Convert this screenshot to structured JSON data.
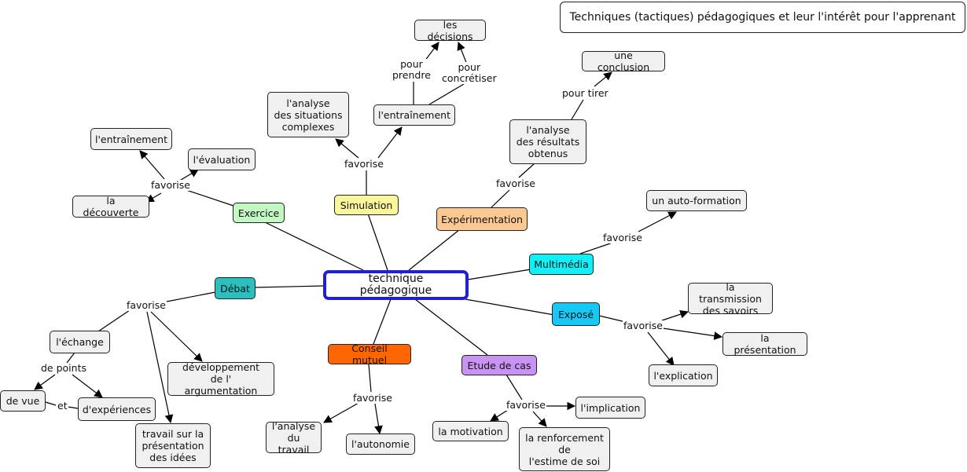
{
  "title": "Techniques (tactiques) pédagogiques et leur l'intérêt pour l'apprenant",
  "center": "technique pédagogique",
  "colors": {
    "center_border": "#1f1fd6",
    "exercice": "#c3f7c3",
    "simulation": "#fbf59b",
    "experimentation": "#fcc891",
    "multimedia": "#12f0f7",
    "expose": "#17c8f5",
    "debat": "#2bbfbf",
    "conseil": "#ff6600",
    "etude": "#c893f2",
    "leaf": "#f0f0f0"
  },
  "techniques": {
    "exercice": "Exercice",
    "simulation": "Simulation",
    "experimentation": "Expérimentation",
    "multimedia": "Multimédia",
    "expose": "Exposé",
    "debat": "Débat",
    "conseil": "Conseil mutuel",
    "etude": "Etude de cas"
  },
  "leaves": {
    "decisions": "les décisions",
    "entrainement_sim": "l'entraînement",
    "analyse_sit": "l'analyse\ndes situations\ncomplexes",
    "conclusion": "une conclusion",
    "analyse_res": "l'analyse\ndes résultats\nobtenus",
    "entrainement_ex": "l'entraînement",
    "evaluation": "l'évaluation",
    "decouverte": "la découverte",
    "autoformation": "un auto-formation",
    "transmission": "la transmission\ndes savoirs",
    "presentation": "la présentation",
    "explication": "l'explication",
    "echange": "l'échange",
    "devue": "de vue",
    "experiences": "d'expériences",
    "argumentation": "développement\nde l' argumentation",
    "travail_pres": "travail sur la\nprésentation\ndes idées",
    "analyse_trav": "l'analyse\ndu travail",
    "autonomie": "l'autonomie",
    "motivation": "la motivation",
    "implication": "l'implication",
    "estime": "la renforcement\nde\nl'estime de soi"
  },
  "link_labels": {
    "ex_favorise": "favorise",
    "sim_favorise": "favorise",
    "exp_favorise": "favorise",
    "mm_favorise": "favorise",
    "expo_favorise": "favorise",
    "deb_favorise": "favorise",
    "con_favorise": "favorise",
    "etu_favorise": "favorise",
    "pour_prendre": "pour\nprendre",
    "pour_concretiser": "pour\nconcrétiser",
    "pour_tirer": "pour tirer",
    "de_points": "de points",
    "et": "et"
  }
}
